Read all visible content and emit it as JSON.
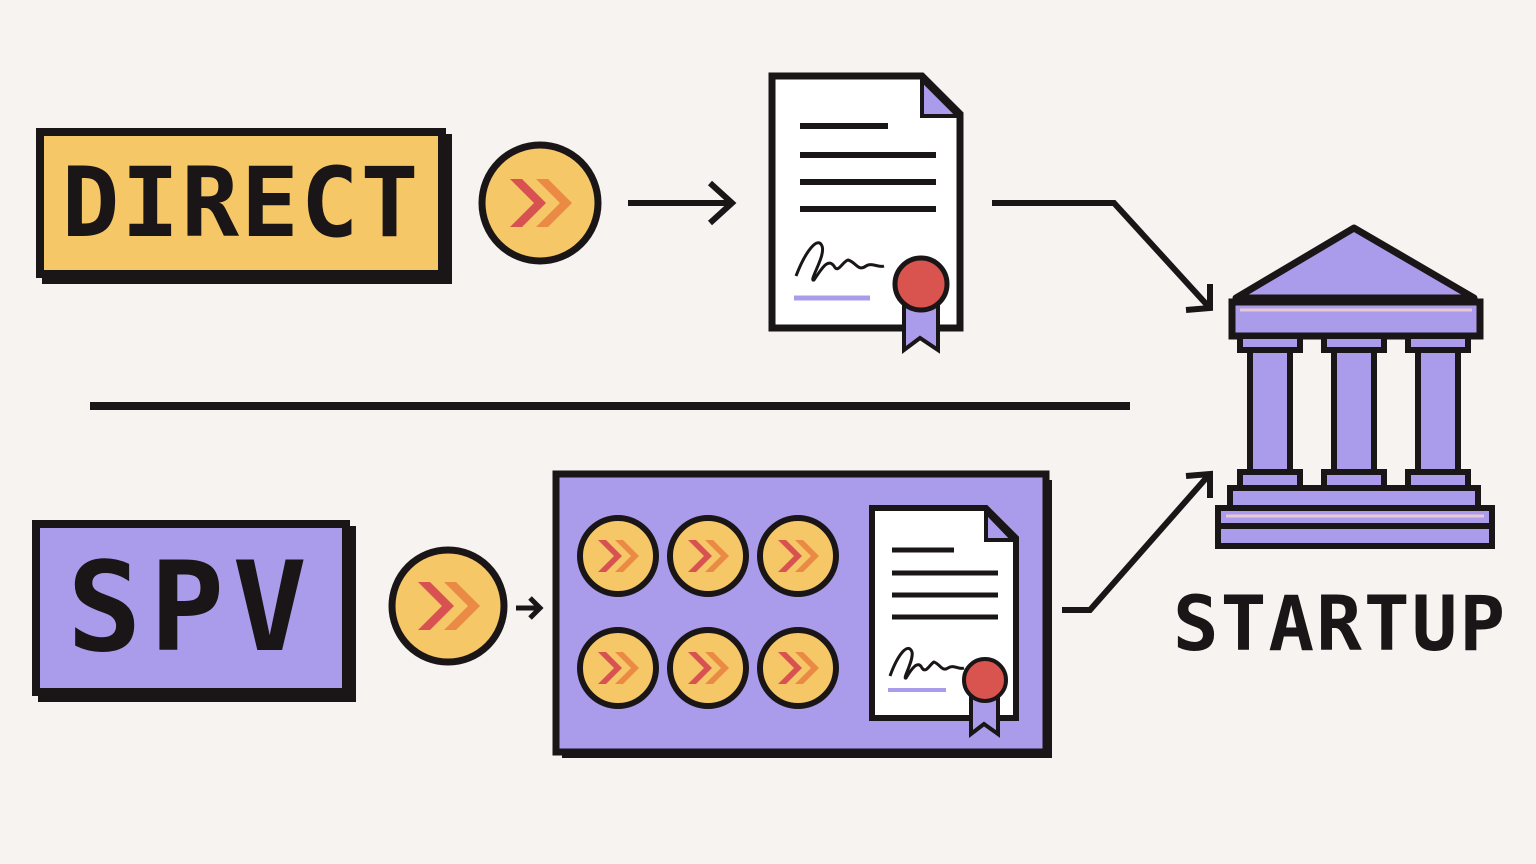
{
  "labels": {
    "direct": "DIRECT",
    "spv": "SPV",
    "startup": "STARTUP"
  },
  "colors": {
    "background": "#f7f3f0",
    "ink": "#1a1516",
    "yellow": "#f5c766",
    "purple": "#ab9ceb",
    "red": "#d95252",
    "orange": "#ea8a45",
    "seal": "#d9534f",
    "paper": "#ffffff"
  },
  "icons": {
    "coin": "coin-icon",
    "document": "signed-contract-icon",
    "building": "bank-building-icon"
  },
  "spv_coin_count": 6
}
